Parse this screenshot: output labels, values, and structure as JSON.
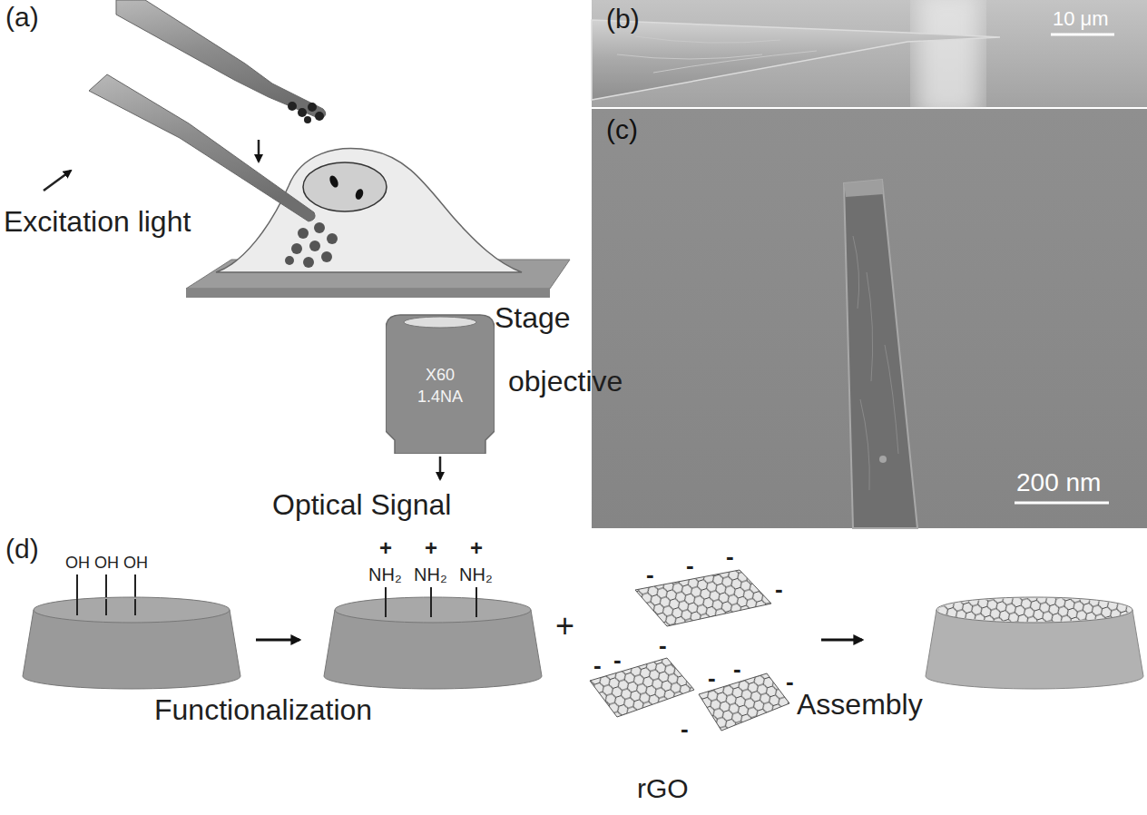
{
  "diagram": {
    "nodes": [
      {
        "text": [
          "X60",
          "1.4NA"
        ]
      },
      {
        "text": [
          "(b)",
          "10 μm"
        ]
      },
      {
        "text": [
          "(c)",
          "200 nm"
        ]
      }
    ],
    "labels": [
      "(a)",
      "Excitation light",
      "Stage",
      "objective",
      "Optical Signal",
      "(d)",
      "OH",
      "OH",
      "OH",
      "+",
      "+",
      "+",
      "NH₂",
      "NH₂",
      "NH₂",
      "+",
      "-",
      "-",
      "-",
      "-",
      "-",
      "-",
      "-",
      "-",
      "-",
      "-",
      "-",
      "Functionalization",
      "Assembly",
      "rGO"
    ]
  }
}
